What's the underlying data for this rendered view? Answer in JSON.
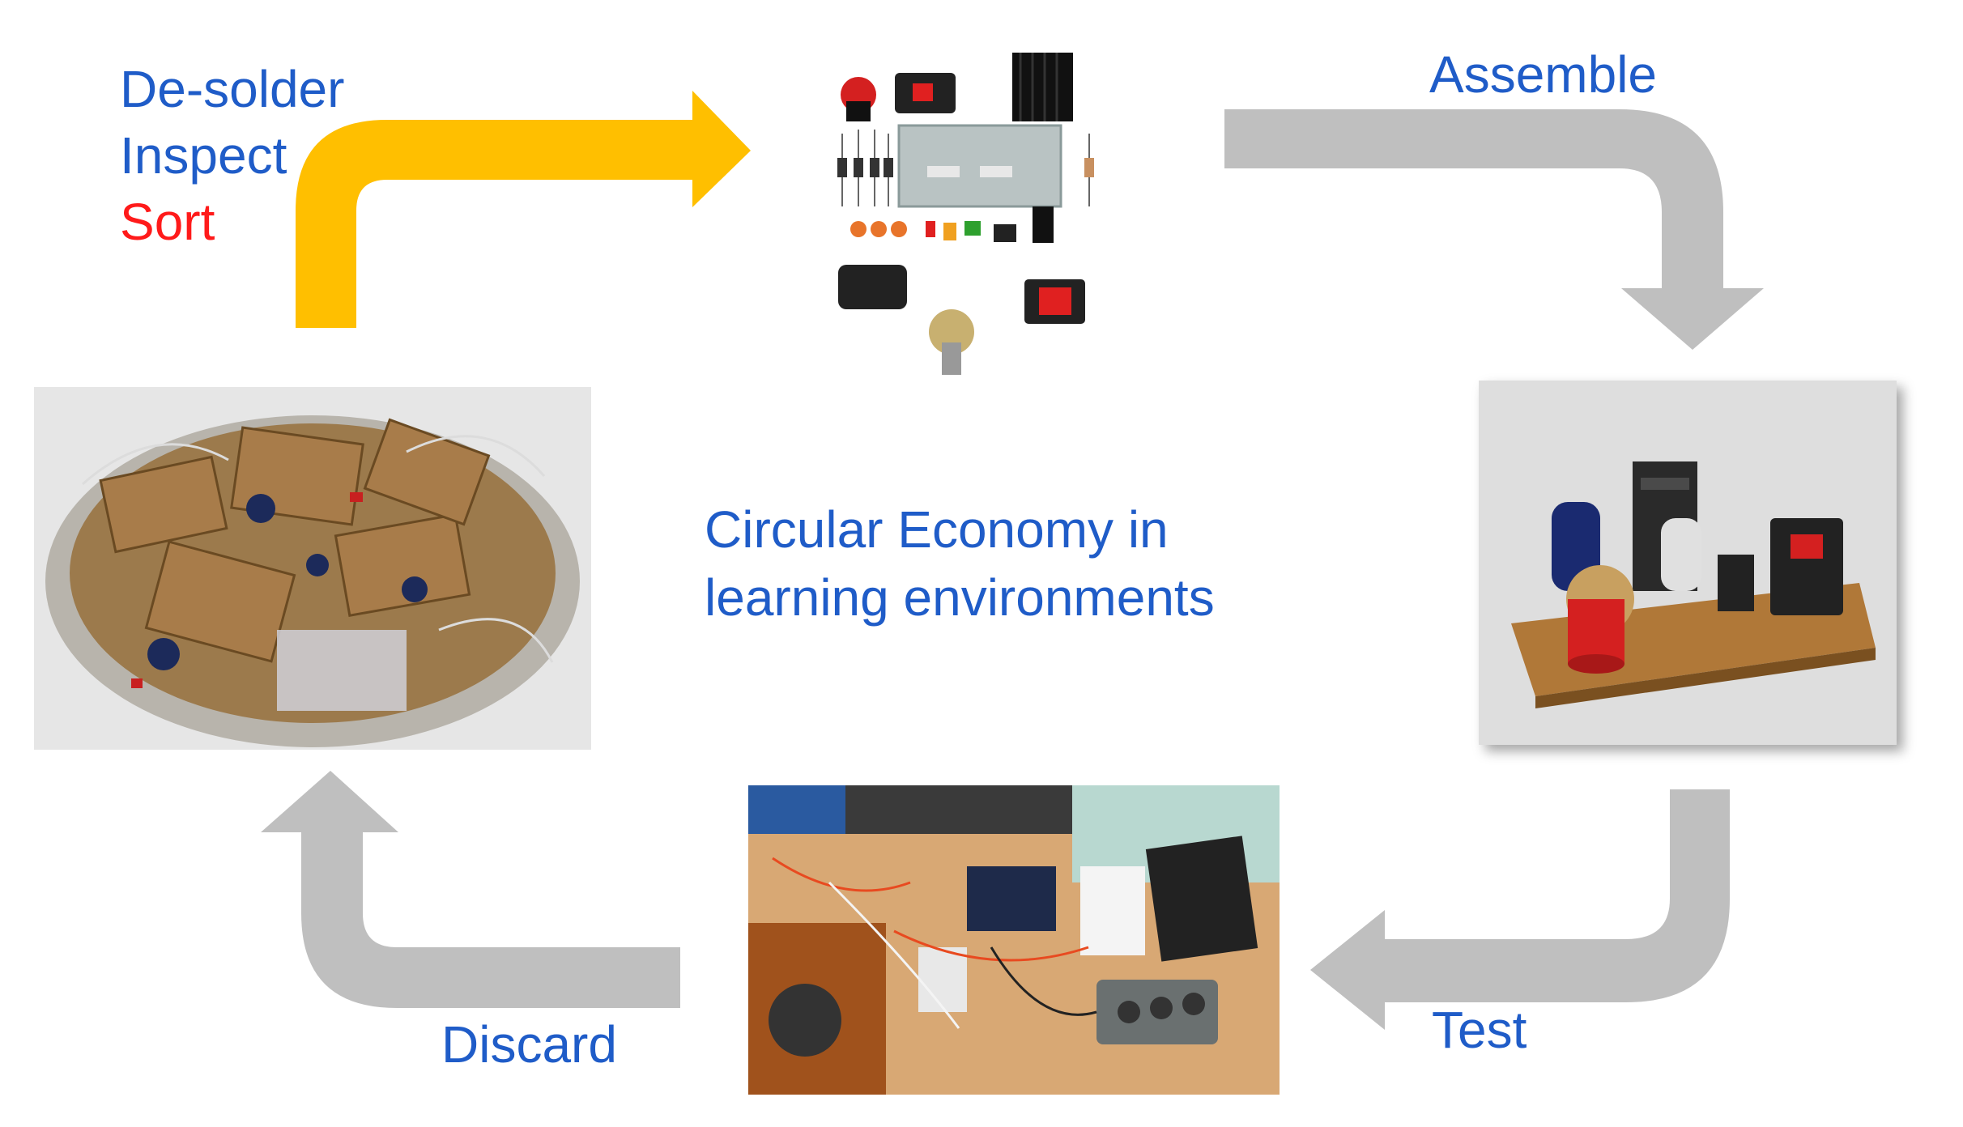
{
  "cycle": {
    "title_line1": "Circular Economy in",
    "title_line2": "learning environments",
    "steps": {
      "desolder": "De-solder",
      "inspect": "Inspect",
      "sort": "Sort",
      "assemble": "Assemble",
      "test": "Test",
      "discard": "Discard"
    }
  },
  "colors": {
    "label_blue": "#1f5cc8",
    "label_red": "#ff1a1a",
    "arrow_yellow": "#ffbf00",
    "arrow_gray": "#bfbfbf"
  },
  "icons": {
    "components_kit": "electronic-components-kit-image",
    "waste_bin": "e-waste-bin-image",
    "assembled_board": "assembled-power-supply-board-image",
    "test_bench": "test-bench-workspace-image"
  }
}
